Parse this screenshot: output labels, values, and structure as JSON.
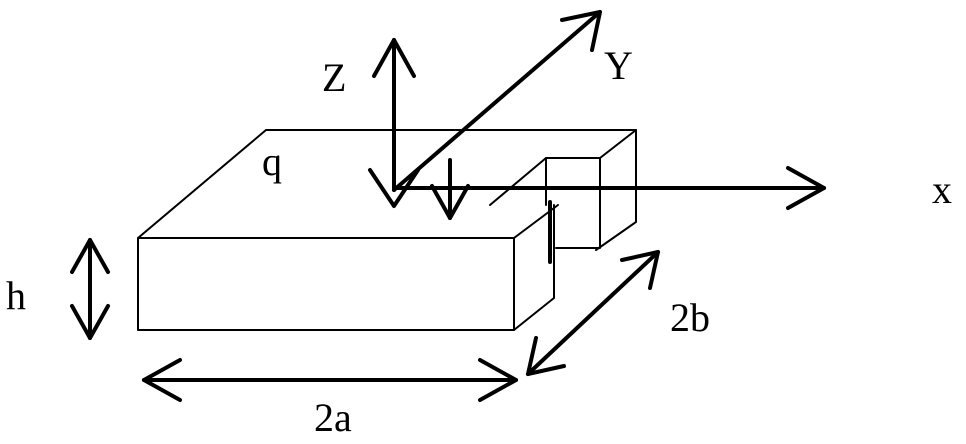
{
  "labels": {
    "z_axis": "Z",
    "y_axis": "Y",
    "x_axis": "x",
    "load": "q",
    "height": "h",
    "half_width_b": "2b",
    "half_length_a": "2a"
  },
  "colors": {
    "ink": "#000000",
    "background": "#ffffff"
  }
}
